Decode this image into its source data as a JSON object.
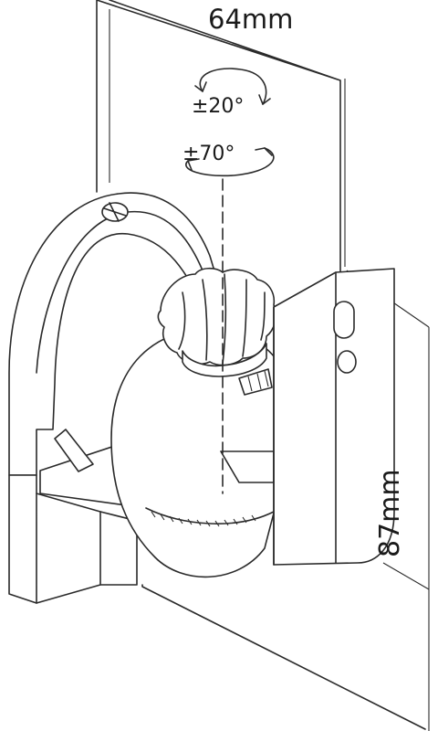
{
  "dimensions": {
    "width_label": "64mm",
    "height_label": "87mm"
  },
  "rotation": {
    "tilt_label": "±20°",
    "swivel_label": "±70°"
  }
}
